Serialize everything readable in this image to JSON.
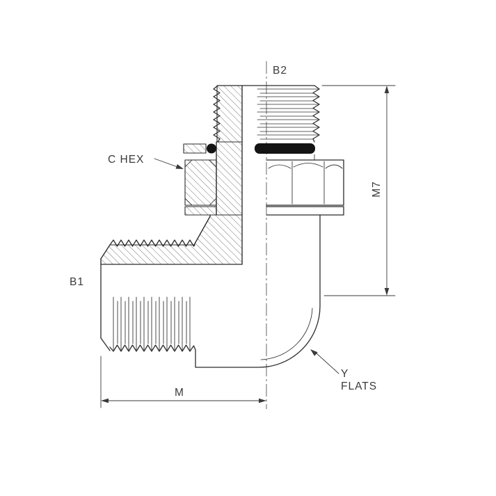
{
  "labels": {
    "b2": "B2",
    "c_hex": "C HEX",
    "b1": "B1",
    "m": "M",
    "m7": "M7",
    "y_flats_line1": "Y",
    "y_flats_line2": "FLATS"
  },
  "colors": {
    "line": "#2b2b2b",
    "annotation": "#3a3a3a",
    "oring_fill": "#141414",
    "background": "#ffffff"
  }
}
